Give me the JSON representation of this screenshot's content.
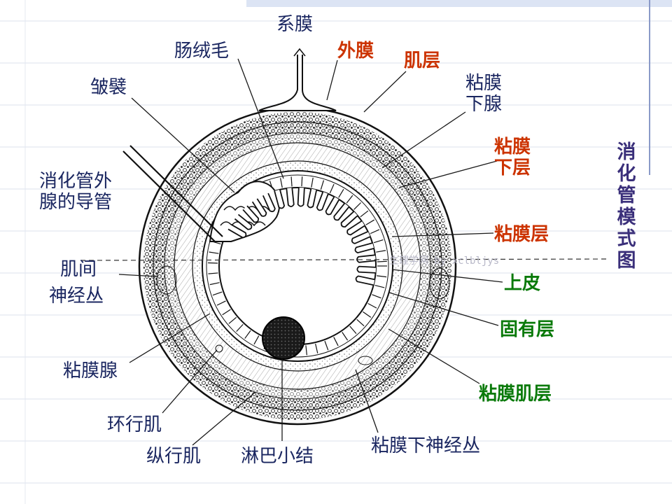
{
  "title": [
    "消",
    "化",
    "管",
    "模",
    "式",
    "图"
  ],
  "watermark": "生理学网 by xclbljys",
  "labels": {
    "mesentery": "系膜",
    "intestinal_villi": "肠绒毛",
    "serosa": "外膜",
    "muscularis": "肌层",
    "plica": "皱襞",
    "submucosal_gland": [
      "粘膜",
      "下腺"
    ],
    "submucosa": [
      "粘膜",
      "下层"
    ],
    "gland_duct": [
      "消化管外",
      "腺的导管"
    ],
    "mucosa": "粘膜层",
    "myenteric_plexus": [
      "肌间",
      "神经丛"
    ],
    "epithelium": "上皮",
    "lamina_propria": "固有层",
    "mucosal_gland": "粘膜腺",
    "muscularis_mucosae": "粘膜肌层",
    "circular_muscle": "环行肌",
    "longitudinal_muscle": "纵行肌",
    "lymph_nodule": "淋巴小结",
    "submucosal_plexus": "粘膜下神经丛"
  },
  "colors": {
    "dark_label": "#1a2660",
    "red_label": "#cc3300",
    "green_label": "#0a7a0a",
    "title": "#3a2f7a",
    "ink": "#1a1a1a"
  }
}
